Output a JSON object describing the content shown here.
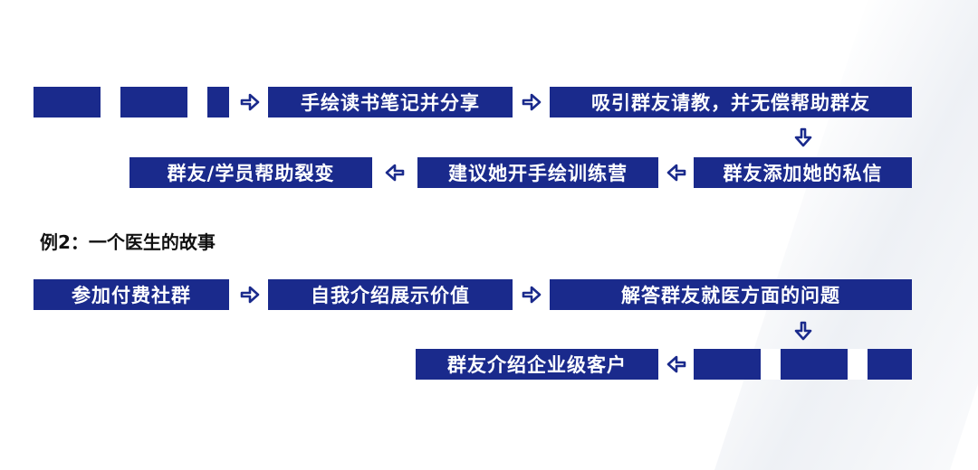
{
  "flow1": {
    "box1": "",
    "box2": "手绘读书笔记并分享",
    "box3": "吸引群友请教，并无偿帮助群友",
    "box4": "群友添加她的私信",
    "box5": "建议她开手绘训练营",
    "box6": "群友/学员帮助裂变"
  },
  "example2": {
    "heading": "例2：一个医生的故事"
  },
  "flow2": {
    "box1": "参加付费社群",
    "box2": "自我介绍展示价值",
    "box3": "解答群友就医方面的问题",
    "box4": "",
    "box5": "群友介绍企业级客户"
  },
  "colors": {
    "box": "#1a2a8c",
    "arrow": "#1a2a8c",
    "text": "#ffffff"
  },
  "icons": {
    "right": "arrow-right-icon",
    "left": "arrow-left-icon",
    "down": "arrow-down-icon"
  }
}
